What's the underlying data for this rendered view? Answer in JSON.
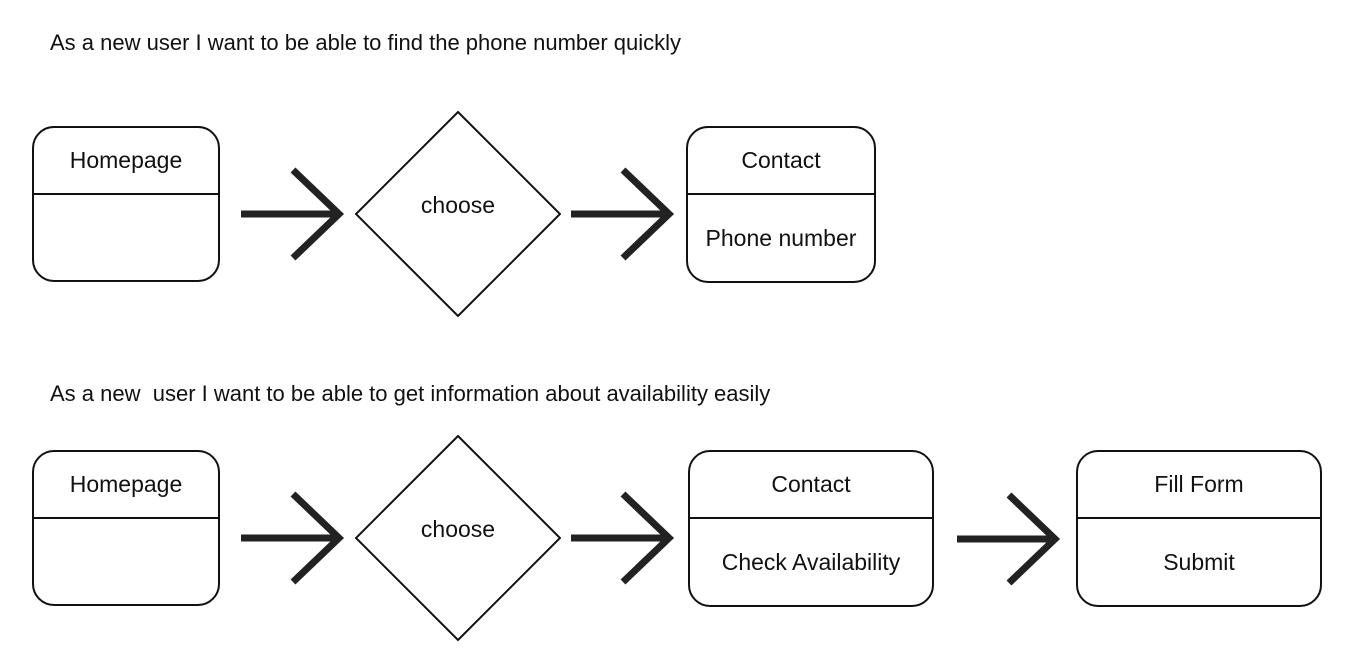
{
  "stories": [
    {
      "title": "As a new user I want to be able to find the phone number quickly",
      "homepage": {
        "header": "Homepage",
        "body": ""
      },
      "decision": "choose",
      "contact": {
        "header": "Contact",
        "body": "Phone number"
      }
    },
    {
      "title": "As a new  user I want to be able to get information about availability easily",
      "homepage": {
        "header": "Homepage",
        "body": ""
      },
      "decision": "choose",
      "contact": {
        "header": "Contact",
        "body": "Check Availability"
      },
      "form": {
        "header": "Fill Form",
        "body": "Submit"
      }
    }
  ],
  "colors": {
    "stroke": "#111111",
    "arrow": "#222222",
    "background": "#ffffff"
  }
}
